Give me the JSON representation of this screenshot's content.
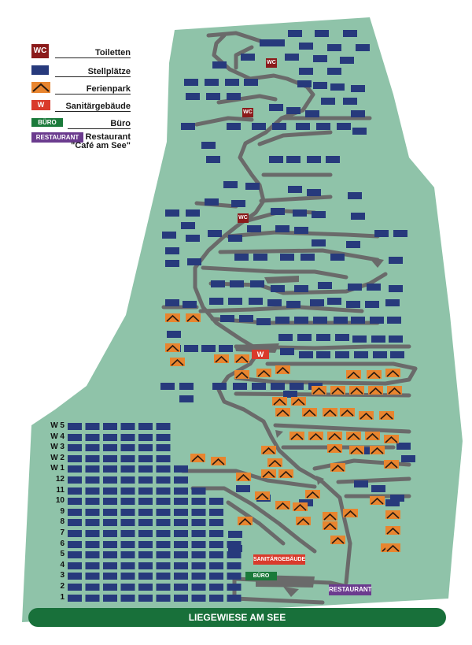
{
  "legend": {
    "wc": {
      "icon_text": "WC",
      "label": "Toiletten"
    },
    "pitch": {
      "label": "Stellplätze"
    },
    "holiday_park": {
      "label": "Ferienpark"
    },
    "sanitary": {
      "icon_text": "W",
      "label": "Sanitärgebäude"
    },
    "office": {
      "icon_text": "BÜRO",
      "label": "Büro"
    },
    "restaurant": {
      "icon_text": "RESTAURANT",
      "label": "Restaurant",
      "sublabel": "\"Café am See\""
    }
  },
  "map_labels": {
    "wc": "WC",
    "sanitary_w": "W",
    "sanitary_building": "SANITÄRGEBÄUDE",
    "office": "BÜRO",
    "restaurant": "RESTAURANT",
    "lawn": "LIEGEWIESE AM SEE"
  },
  "row_labels": [
    "W 5",
    "W 4",
    "W 3",
    "W 2",
    "W 1",
    "12",
    "11",
    "10",
    "9",
    "8",
    "7",
    "6",
    "5",
    "4",
    "3",
    "2",
    "1"
  ],
  "colors": {
    "land": "#8fc3a9",
    "pitch": "#273a7c",
    "holiday_park": "#e8852f",
    "wc": "#8b1a1a",
    "sanitary": "#d93a2b",
    "office": "#1a7a3a",
    "restaurant": "#6b3b8e",
    "road": "#6a6a6a",
    "lawn": "#18703a"
  }
}
